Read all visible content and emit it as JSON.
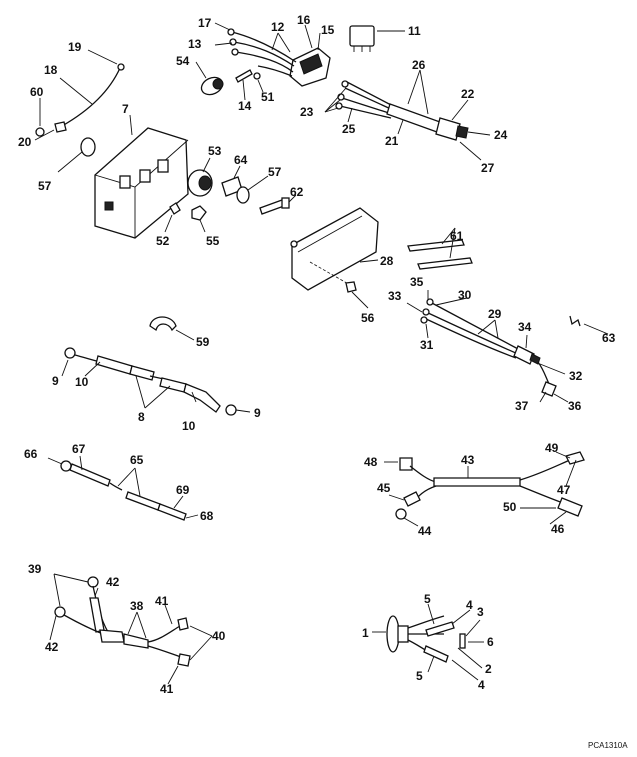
{
  "labels": {
    "l1": "1",
    "l2": "2",
    "l3": "3",
    "l4a": "4",
    "l4b": "4",
    "l5a": "5",
    "l5b": "5",
    "l6": "6",
    "l7": "7",
    "l8": "8",
    "l9a": "9",
    "l9b": "9",
    "l10a": "10",
    "l10b": "10",
    "l11": "11",
    "l12": "12",
    "l13": "13",
    "l14": "14",
    "l15": "15",
    "l16": "16",
    "l17": "17",
    "l18": "18",
    "l19": "19",
    "l20": "20",
    "l21": "21",
    "l22": "22",
    "l23": "23",
    "l24": "24",
    "l25": "25",
    "l26": "26",
    "l27": "27",
    "l28": "28",
    "l29": "29",
    "l30": "30",
    "l31": "31",
    "l32": "32",
    "l33": "33",
    "l34": "34",
    "l35": "35",
    "l36": "36",
    "l37": "37",
    "l38": "38",
    "l39": "39",
    "l40": "40",
    "l41a": "41",
    "l41b": "41",
    "l42a": "42",
    "l42b": "42",
    "l43": "43",
    "l44": "44",
    "l45": "45",
    "l46": "46",
    "l47": "47",
    "l48": "48",
    "l49": "49",
    "l50": "50",
    "l51": "51",
    "l52": "52",
    "l53": "53",
    "l54": "54",
    "l55": "55",
    "l56": "56",
    "l57a": "57",
    "l57b": "57",
    "l59": "59",
    "l60": "60",
    "l61": "61",
    "l62": "62",
    "l63": "63",
    "l64": "64",
    "l65": "65",
    "l66": "66",
    "l67": "67",
    "l68": "68",
    "l69": "69"
  },
  "figure_code": "PCA1310A"
}
